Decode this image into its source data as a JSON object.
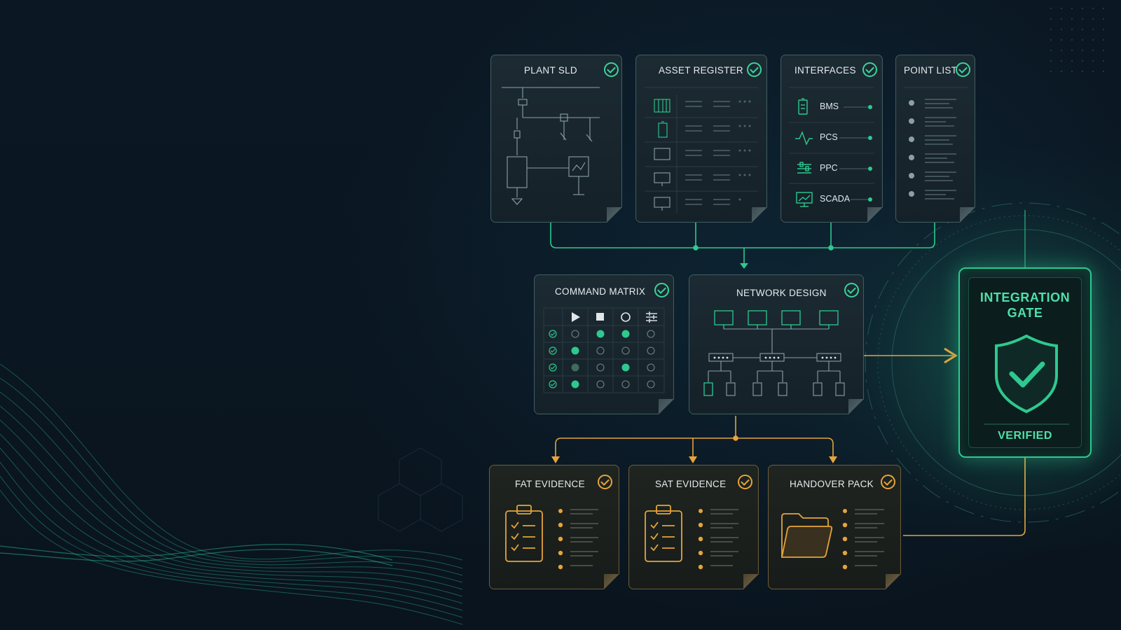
{
  "colors": {
    "background": "#0a1622",
    "accent_green": "#3ad49a",
    "accent_gold": "#e6a43a",
    "card_border": "#3f5a5f"
  },
  "top_row": {
    "plant_sld": {
      "title": "PLANT SLD",
      "status_icon": "check-circle-icon"
    },
    "asset_register": {
      "title": "ASSET REGISTER",
      "status_icon": "check-circle-icon"
    },
    "interfaces": {
      "title": "INTERFACES",
      "items": [
        {
          "label": "BMS",
          "icon": "battery-icon"
        },
        {
          "label": "PCS",
          "icon": "waveform-icon"
        },
        {
          "label": "PPC",
          "icon": "sliders-icon"
        },
        {
          "label": "SCADA",
          "icon": "monitor-chart-icon"
        }
      ]
    },
    "point_list": {
      "title": "POINT LIST",
      "status_icon": "check-circle-icon"
    }
  },
  "middle_row": {
    "command_matrix": {
      "title": "COMMAND MATRIX",
      "column_icons": [
        "play-icon",
        "stop-icon",
        "circle-icon",
        "sliders-icon"
      ]
    },
    "network_design": {
      "title": "NETWORK DESIGN"
    }
  },
  "bottom_row": {
    "fat_evidence": {
      "title": "FAT EVIDENCE",
      "icon": "clipboard-check-icon"
    },
    "sat_evidence": {
      "title": "SAT EVIDENCE",
      "icon": "clipboard-check-icon"
    },
    "handover_pack": {
      "title": "HANDOVER PACK",
      "icon": "folder-icon"
    }
  },
  "gate": {
    "title_line1": "INTEGRATION",
    "title_line2": "GATE",
    "status": "VERIFIED",
    "icon": "shield-check-icon"
  }
}
